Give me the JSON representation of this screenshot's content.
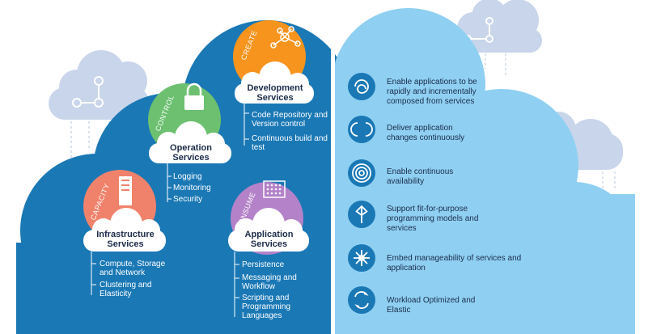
{
  "services": {
    "development": {
      "title": "Development Services",
      "badge": "CREATE",
      "items": [
        "Code Repository and Version control",
        "Continuous build and test"
      ]
    },
    "operation": {
      "title": "Operation Services",
      "badge": "CONTROL",
      "items": [
        "Logging",
        "Monitoring",
        "Security"
      ]
    },
    "infrastructure": {
      "title": "Infrastructure Services",
      "badge": "CAPACITY",
      "items": [
        "Compute, Storage and Network",
        "Clustering and Elasticity"
      ]
    },
    "application": {
      "title": "Application Services",
      "badge": "CONSUME",
      "items": [
        "Persistence",
        "Messaging and Workflow",
        "Scripting and Programming Languages"
      ]
    }
  },
  "benefits": [
    {
      "text": "Enable applications to be rapidly and incrementally composed from services",
      "icon": "spiral-icon"
    },
    {
      "text": "Deliver application changes continuously",
      "icon": "cycle-icon"
    },
    {
      "text": "Enable continuous availability",
      "icon": "signal-icon"
    },
    {
      "text": "Support fit-for-purpose programming models and services",
      "icon": "branch-icon"
    },
    {
      "text": "Embed manageability of services and application",
      "icon": "network-icon"
    },
    {
      "text": "Workload Optimized and Elastic",
      "icon": "arrows-icon"
    }
  ],
  "colors": {
    "dark_blue": "#1a78b5",
    "light_blue": "#8fd0f2",
    "orange": "#f7941d",
    "green": "#6cc070",
    "salmon": "#f0826b",
    "purple": "#b482c8",
    "bg_cloud": "#c6d3e8"
  }
}
